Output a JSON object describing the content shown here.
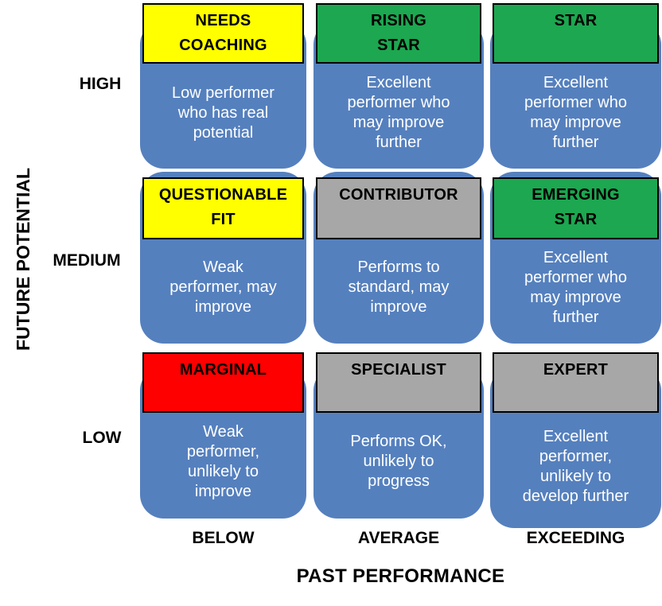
{
  "matrix": {
    "y_axis": {
      "label": "FUTURE POTENTIAL",
      "ticks": [
        "HIGH",
        "MEDIUM",
        "LOW"
      ]
    },
    "x_axis": {
      "label": "PAST PERFORMANCE",
      "ticks": [
        "BELOW",
        "AVERAGE",
        "EXCEEDING"
      ]
    },
    "colors": {
      "body_blue": "#5580BE",
      "header_yellow": "#FFFF00",
      "header_green": "#1CA750",
      "header_gray": "#A7A7A7",
      "header_red": "#FF0000",
      "header_border": "#000000",
      "header_text": "#000000",
      "body_text": "#FFFFFF"
    },
    "cells": [
      {
        "row": "HIGH",
        "col": "BELOW",
        "title": "NEEDS\nCOACHING",
        "description": "Low performer\nwho has real\npotential",
        "header_color": "#FFFF00"
      },
      {
        "row": "HIGH",
        "col": "AVERAGE",
        "title": "RISING\nSTAR",
        "description": "Excellent\nperformer who\nmay improve\nfurther",
        "header_color": "#1CA750"
      },
      {
        "row": "HIGH",
        "col": "EXCEEDING",
        "title": "STAR",
        "description": "Excellent\nperformer who\nmay improve\nfurther",
        "header_color": "#1CA750"
      },
      {
        "row": "MEDIUM",
        "col": "BELOW",
        "title": "QUESTIONABLE\nFIT",
        "description": "Weak\nperformer, may\nimprove",
        "header_color": "#FFFF00"
      },
      {
        "row": "MEDIUM",
        "col": "AVERAGE",
        "title": "CONTRIBUTOR",
        "description": "Performs to\nstandard, may\nimprove",
        "header_color": "#A7A7A7"
      },
      {
        "row": "MEDIUM",
        "col": "EXCEEDING",
        "title": "EMERGING\nSTAR",
        "description": "Excellent\nperformer who\nmay improve\nfurther",
        "header_color": "#1CA750"
      },
      {
        "row": "LOW",
        "col": "BELOW",
        "title": "MARGINAL",
        "description": "Weak\nperformer,\nunlikely to\nimprove",
        "header_color": "#FF0000"
      },
      {
        "row": "LOW",
        "col": "AVERAGE",
        "title": "SPECIALIST",
        "description": "Performs OK,\nunlikely to\nprogress",
        "header_color": "#A7A7A7"
      },
      {
        "row": "LOW",
        "col": "EXCEEDING",
        "title": "EXPERT",
        "description": "Excellent\nperformer,\nunlikely to\ndevelop further",
        "header_color": "#A7A7A7"
      }
    ]
  }
}
